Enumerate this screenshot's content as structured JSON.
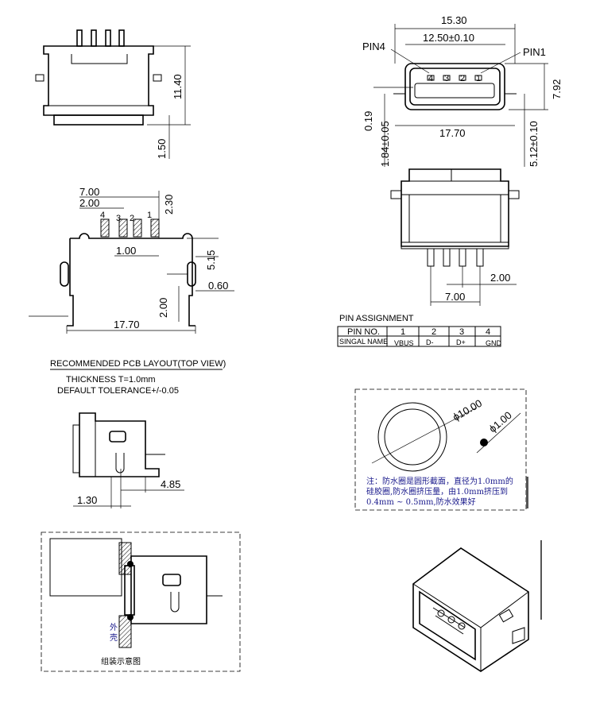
{
  "front_view": {
    "dim_width_outer": "15.30",
    "dim_width_inner": "12.50±0.10",
    "pin4_label": "PIN4",
    "pin1_label": "PIN1",
    "pin_numbers": [
      "4",
      "3",
      "2",
      "1"
    ],
    "dim_height": "7.92",
    "dim_019": "0.19",
    "dim_184": "1.84±0.05",
    "dim_width_flange": "17.70",
    "dim_512": "5.12±0.10"
  },
  "side_view": {
    "dim_height": "11.40",
    "dim_bottom": "1.50"
  },
  "bottom_view": {
    "dim_pitch": "2.00",
    "dim_span": "7.00"
  },
  "pcb_layout": {
    "dim_700": "7.00",
    "dim_200": "2.00",
    "dim_230": "2.30",
    "pin_numbers": [
      "4",
      "3",
      "2",
      "1"
    ],
    "dim_100": "1.00",
    "dim_515": "5.15",
    "dim_060": "0.60",
    "dim_200b": "2.00",
    "dim_1770": "17.70",
    "title": "RECOMMENDED PCB LAYOUT(TOP VIEW)",
    "thickness": "THICKNESS T=1.0mm",
    "tolerance": "DEFAULT TOLERANCE+/-0.05"
  },
  "mount_view": {
    "dim_485": "4.85",
    "dim_130": "1.30"
  },
  "pin_assignment": {
    "title": "PIN ASSIGNMENT",
    "header": [
      "PIN NO.",
      "1",
      "2",
      "3",
      "4"
    ],
    "row": [
      "SINGAL NAME",
      "VBUS",
      "D-",
      "D+",
      "GND"
    ]
  },
  "oring": {
    "dim_outer": "ϕ10.00",
    "dim_cord": "ϕ1.00",
    "note": [
      "注：防水圈是圆形截面，直径为1.0mm的",
      "硅胶圈,防水圈挤压量，由1.0mm挤压到",
      "0.4mm ~ 0.5mm,防水效果好"
    ]
  },
  "assembly": {
    "shell_label": [
      "外",
      "壳"
    ],
    "caption": "组装示意图"
  }
}
